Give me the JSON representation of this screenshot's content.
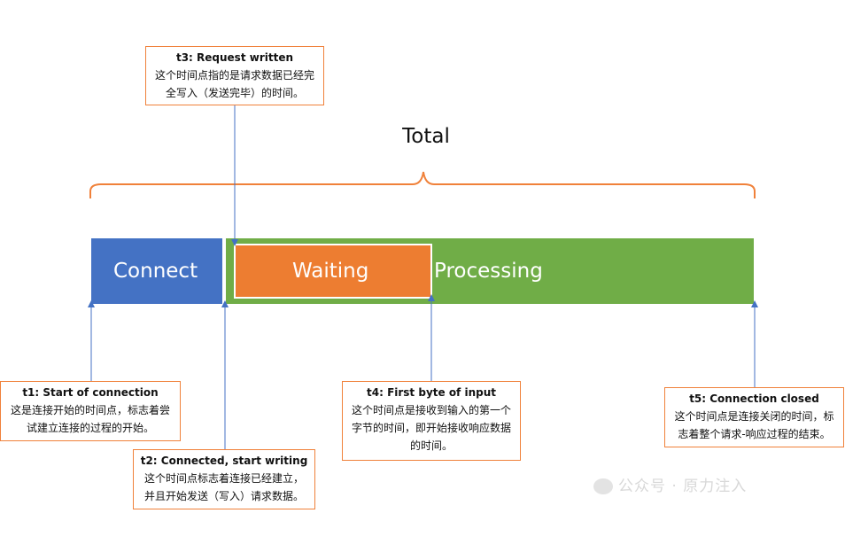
{
  "total": "Total",
  "segments": {
    "connect": "Connect",
    "waiting": "Waiting",
    "processing": "Processing"
  },
  "colors": {
    "connect": "#4472c4",
    "processing": "#70ad47",
    "waiting": "#ed7d31",
    "brace": "#f0813a",
    "arrow": "#4472c4",
    "box_border": "#f0813a"
  },
  "boxes": {
    "t1": {
      "title": "t1: Start of connection",
      "lines": [
        "这是连接开始的时间点，标志着尝",
        "试建立连接的过程的开始。"
      ]
    },
    "t2": {
      "title": "t2: Connected, start writing",
      "lines": [
        "这个时间点标志着连接已经建立，",
        "并且开始发送（写入）请求数据。"
      ]
    },
    "t3": {
      "title": "t3: Request written",
      "lines": [
        "这个时间点指的是请求数据已经完",
        "全写入（发送完毕）的时间。"
      ]
    },
    "t4": {
      "title": "t4: First byte of input",
      "lines": [
        "这个时间点是接收到输入的第一个",
        "字节的时间，即开始接收响应数据",
        "的时间。"
      ]
    },
    "t5": {
      "title": "t5: Connection closed",
      "lines": [
        "这个时间点是连接关闭的时间，标",
        "志着整个请求-响应过程的结束。"
      ]
    }
  },
  "watermark": "公众号 · 原力注入"
}
